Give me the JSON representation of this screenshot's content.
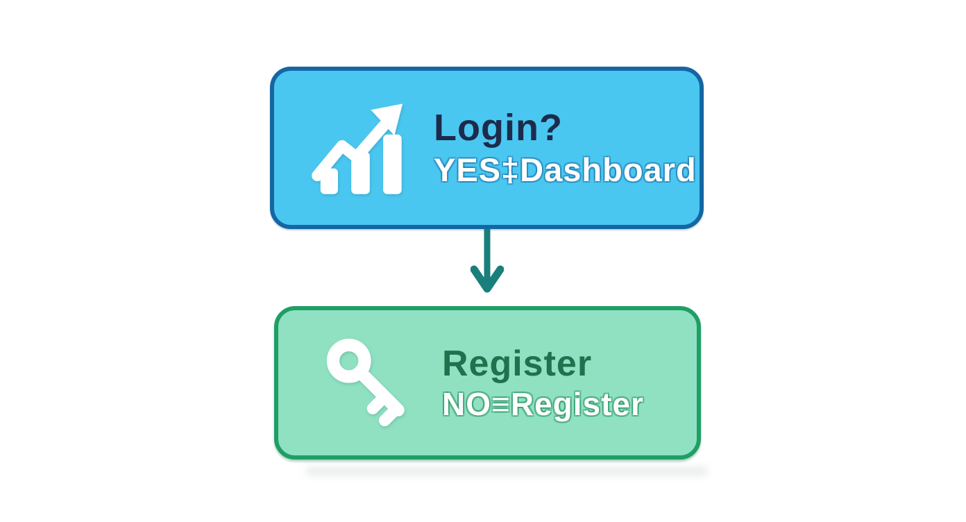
{
  "canvas": {
    "background": "#ffffff"
  },
  "flowchart": {
    "nodes": [
      {
        "id": "login",
        "title": "Login?",
        "subtitle": "YES‡Dashboard",
        "icon": "trending-up-chart-icon",
        "fill": "#4ac7f0",
        "border": "#1566a3",
        "title_color": "#1c2b4c",
        "subtitle_color": "#ffffff"
      },
      {
        "id": "register",
        "title": "Register",
        "subtitle": "NO≡Register",
        "icon": "key-icon",
        "fill": "#8fe1c2",
        "border": "#1f9e66",
        "title_color": "#20714d",
        "subtitle_color": "#ffffff"
      }
    ],
    "connectors": [
      {
        "from": "login",
        "to": "register",
        "direction": "down",
        "style": "arrow",
        "color": "#187f7c"
      }
    ]
  },
  "colors": {
    "canvas-bg": "#ffffff",
    "login-fill": "#4ac7f0",
    "login-border": "#1566a3",
    "login-title": "#1c2b4c",
    "register-fill": "#8fe1c2",
    "register-border": "#1f9e66",
    "register-title": "#20714d",
    "node-subtitle": "#ffffff",
    "arrow": "#187f7c",
    "icon": "#ffffff"
  }
}
